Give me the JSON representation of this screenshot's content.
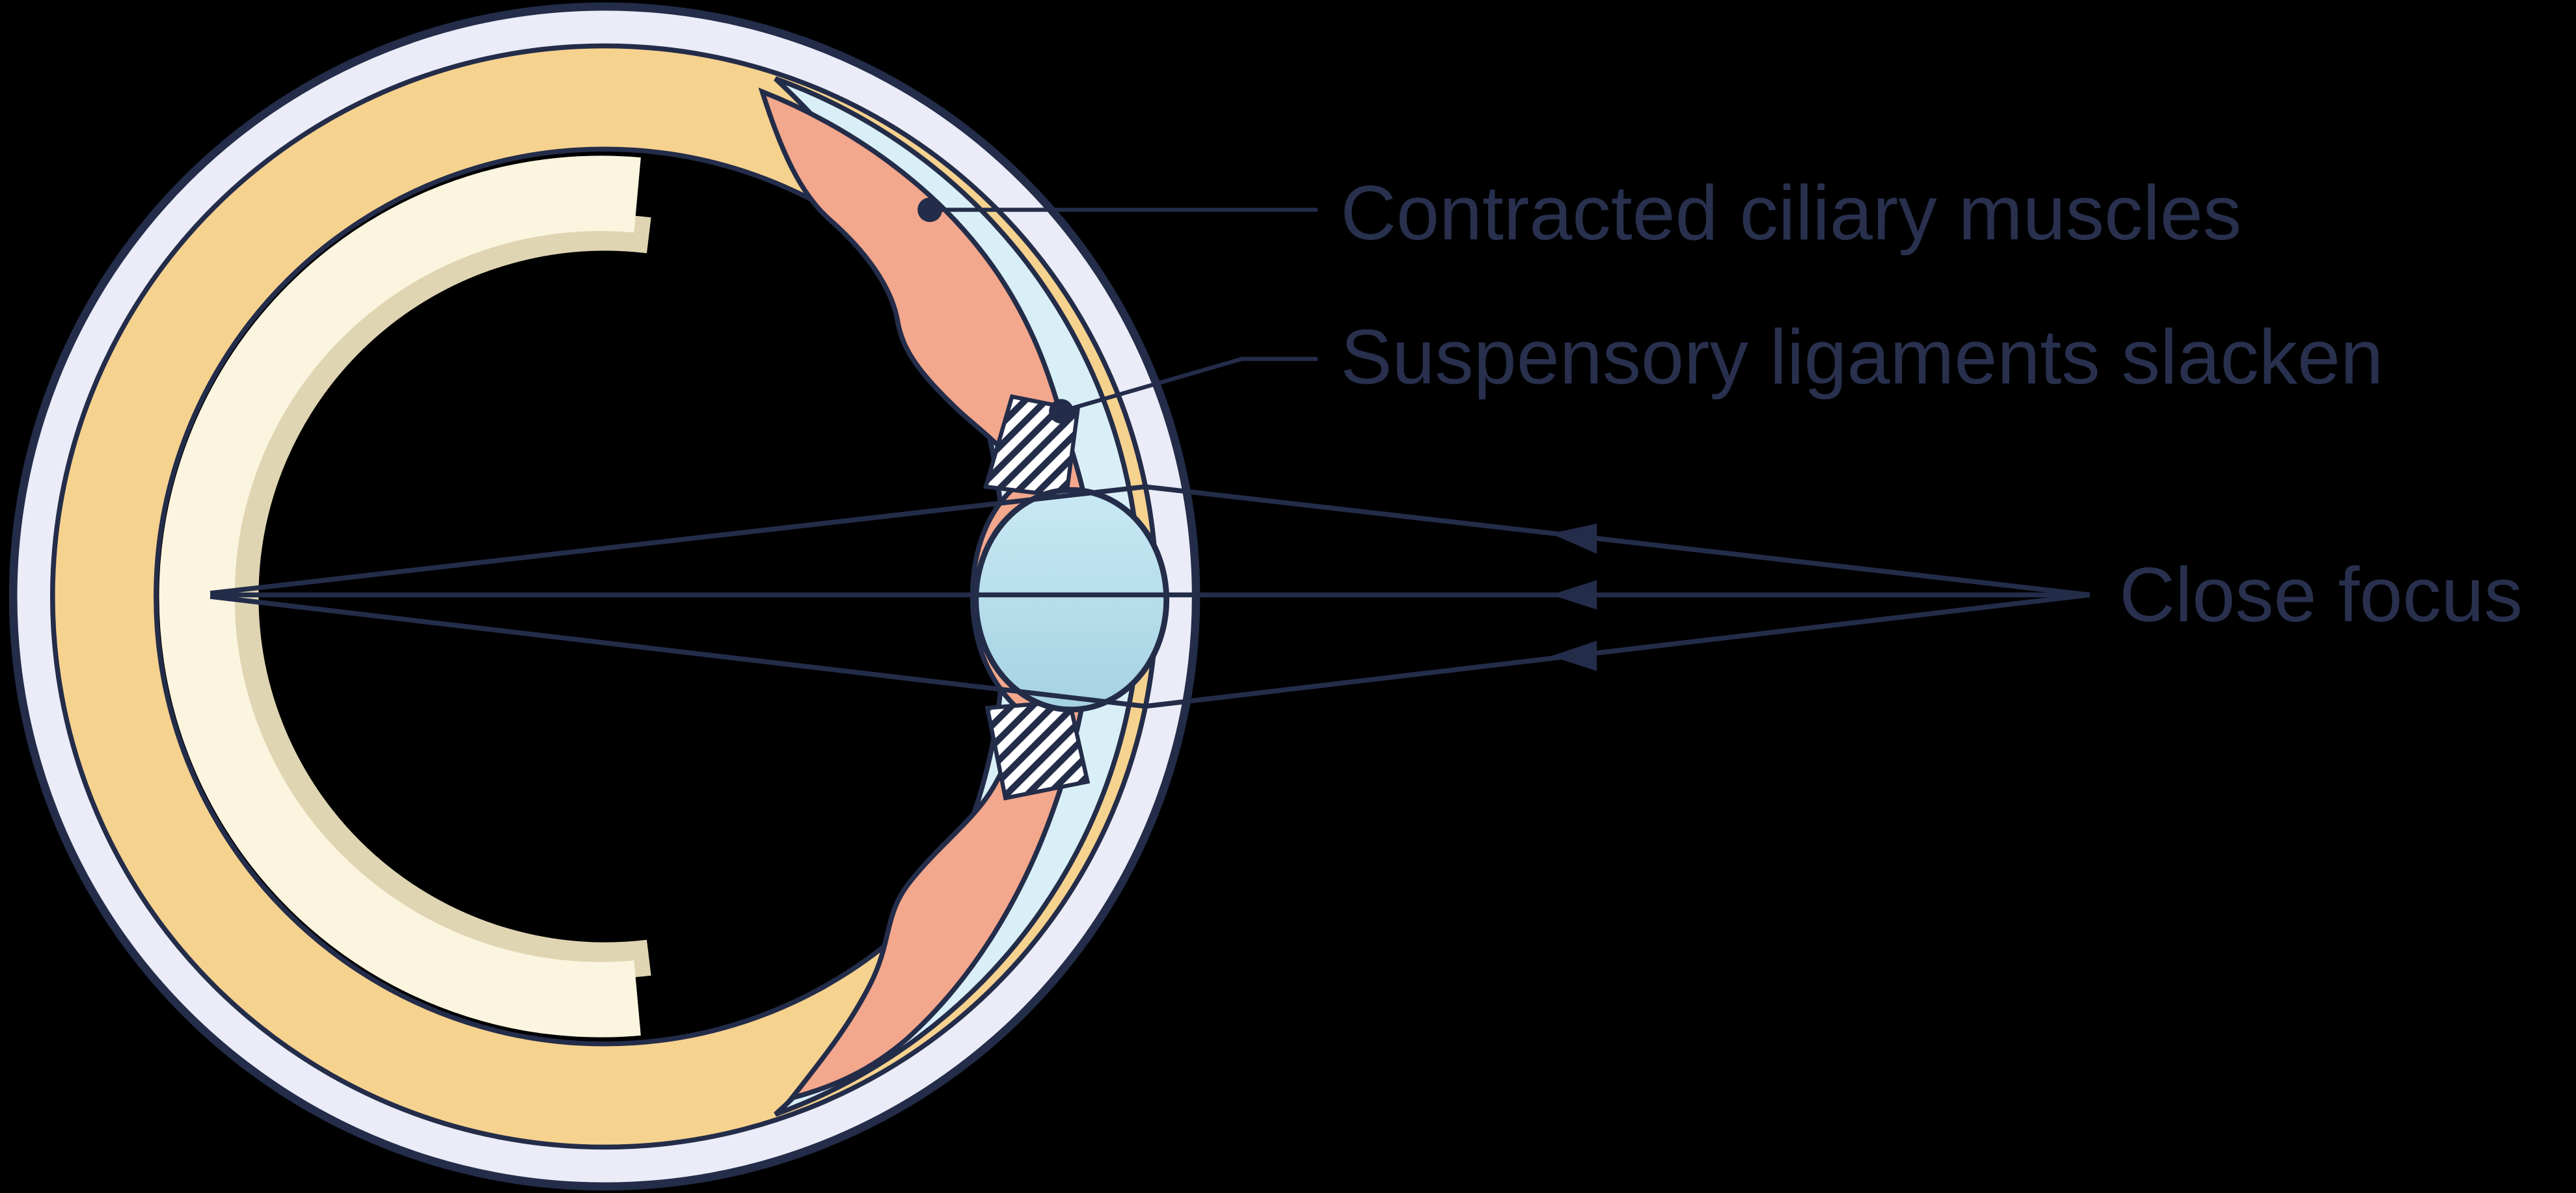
{
  "diagram": {
    "labels": {
      "ciliary": "Contracted ciliary muscles",
      "ligaments": "Suspensory ligaments slacken",
      "focus": "Close focus"
    },
    "colors": {
      "bg": "#000000",
      "outline": "#232c49",
      "sclera": "#ebecf7",
      "choroid": "#f6d28f",
      "retina": "#fbf4de",
      "retinashadow": "#dfd5b2",
      "muscle": "#f3a78c",
      "cornea": "#d9eff7",
      "lenslight": "#c9e9f4",
      "lensdark": "#a5d2e2",
      "textcolor": "#28304e"
    }
  }
}
